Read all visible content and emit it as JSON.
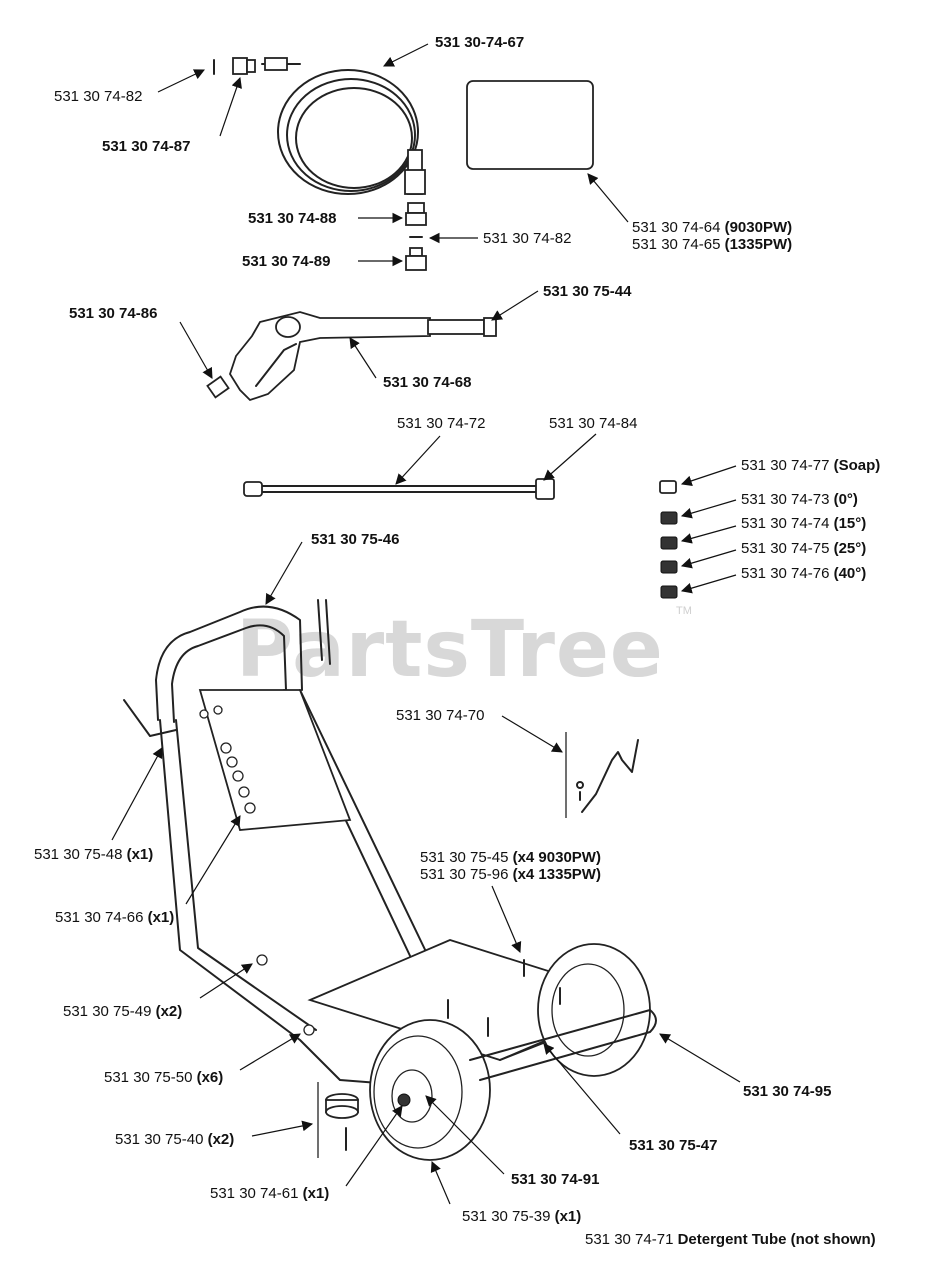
{
  "watermark": {
    "text": "PartsTree",
    "tm": "TM"
  },
  "labels": [
    {
      "id": "hose",
      "parts": [
        {
          "t": "531 30-74-67",
          "b": true
        }
      ]
    },
    {
      "id": "oring-top",
      "parts": [
        {
          "t": "531 30 74-82",
          "b": false
        }
      ]
    },
    {
      "id": "coupler-top",
      "parts": [
        {
          "t": "531 30 74-87",
          "b": true
        }
      ]
    },
    {
      "id": "coupler-88",
      "parts": [
        {
          "t": "531 30 74-88",
          "b": true
        }
      ]
    },
    {
      "id": "oring-mid",
      "parts": [
        {
          "t": "531 30 74-82",
          "b": false
        }
      ]
    },
    {
      "id": "fitting-89",
      "parts": [
        {
          "t": "531 30 74-89",
          "b": true
        }
      ]
    },
    {
      "id": "manual-64",
      "parts": [
        {
          "t": "531 30 74-64 ",
          "b": false
        },
        {
          "t": "(9030PW)",
          "b": true
        }
      ]
    },
    {
      "id": "manual-65",
      "parts": [
        {
          "t": "531 30 74-65 ",
          "b": false
        },
        {
          "t": "(1335PW)",
          "b": true
        }
      ]
    },
    {
      "id": "gun-inlet",
      "parts": [
        {
          "t": "531 30 74-86",
          "b": true
        }
      ]
    },
    {
      "id": "gun-coupler",
      "parts": [
        {
          "t": "531 30 75-44",
          "b": true
        }
      ]
    },
    {
      "id": "gun",
      "parts": [
        {
          "t": "531 30 74-68",
          "b": true
        }
      ]
    },
    {
      "id": "wand",
      "parts": [
        {
          "t": "531 30 74-72",
          "b": false
        }
      ]
    },
    {
      "id": "wand-tip",
      "parts": [
        {
          "t": "531 30 74-84",
          "b": false
        }
      ]
    },
    {
      "id": "nozzle-soap",
      "parts": [
        {
          "t": "531 30 74-77 ",
          "b": false
        },
        {
          "t": "(Soap)",
          "b": true
        }
      ]
    },
    {
      "id": "nozzle-0",
      "parts": [
        {
          "t": "531 30 74-73 ",
          "b": false
        },
        {
          "t": "(0°)",
          "b": true
        }
      ]
    },
    {
      "id": "nozzle-15",
      "parts": [
        {
          "t": "531 30 74-74 ",
          "b": false
        },
        {
          "t": "(15°)",
          "b": true
        }
      ]
    },
    {
      "id": "nozzle-25",
      "parts": [
        {
          "t": "531 30 74-75 ",
          "b": false
        },
        {
          "t": "(25°)",
          "b": true
        }
      ]
    },
    {
      "id": "nozzle-40",
      "parts": [
        {
          "t": "531 30 74-76 ",
          "b": false
        },
        {
          "t": "(40°)",
          "b": true
        }
      ]
    },
    {
      "id": "handle",
      "parts": [
        {
          "t": "531 30 75-46",
          "b": true
        }
      ]
    },
    {
      "id": "hook",
      "parts": [
        {
          "t": "531 30 74-70",
          "b": false
        }
      ]
    },
    {
      "id": "hanger",
      "parts": [
        {
          "t": "531 30 75-48 ",
          "b": false
        },
        {
          "t": "(x1)",
          "b": true
        }
      ]
    },
    {
      "id": "holder",
      "parts": [
        {
          "t": "531 30 74-66 ",
          "b": false
        },
        {
          "t": "(x1)",
          "b": true
        }
      ]
    },
    {
      "id": "bolt-45",
      "parts": [
        {
          "t": "531 30 75-45 ",
          "b": false
        },
        {
          "t": "(x4 9030PW)",
          "b": true
        }
      ]
    },
    {
      "id": "bolt-96",
      "parts": [
        {
          "t": "531 30 75-96 ",
          "b": false
        },
        {
          "t": "(x4 1335PW)",
          "b": true
        }
      ]
    },
    {
      "id": "knob",
      "parts": [
        {
          "t": "531 30 75-49 ",
          "b": false
        },
        {
          "t": "(x2)",
          "b": true
        }
      ]
    },
    {
      "id": "cap",
      "parts": [
        {
          "t": "531 30 75-50 ",
          "b": false
        },
        {
          "t": "(x6)",
          "b": true
        }
      ]
    },
    {
      "id": "axle",
      "parts": [
        {
          "t": "531 30 74-95",
          "b": true
        }
      ]
    },
    {
      "id": "foot",
      "parts": [
        {
          "t": "531 30 75-40 ",
          "b": false
        },
        {
          "t": "(x2)",
          "b": true
        }
      ]
    },
    {
      "id": "frame",
      "parts": [
        {
          "t": "531 30 75-47",
          "b": true
        }
      ]
    },
    {
      "id": "wheel",
      "parts": [
        {
          "t": "531 30 74-91",
          "b": true
        }
      ]
    },
    {
      "id": "washer",
      "parts": [
        {
          "t": "531 30 74-61 ",
          "b": false
        },
        {
          "t": "(x1)",
          "b": true
        }
      ]
    },
    {
      "id": "clip",
      "parts": [
        {
          "t": "531 30 75-39 ",
          "b": false
        },
        {
          "t": "(x1)",
          "b": true
        }
      ]
    },
    {
      "id": "detergent",
      "parts": [
        {
          "t": "531 30 74-71 ",
          "b": false
        },
        {
          "t": "Detergent Tube (not shown)",
          "b": true
        }
      ]
    }
  ]
}
